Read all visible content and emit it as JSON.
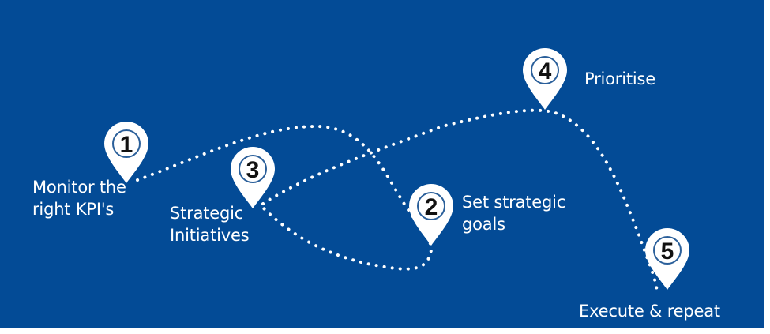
{
  "colors": {
    "background": "#034b96",
    "pin": "#ffffff",
    "pin_ring": "#2a5f9a",
    "number": "#111111",
    "route": "#ffffff",
    "text": "#ffffff"
  },
  "icon": "map-pin-icon",
  "steps": [
    {
      "number": "1",
      "label_lines": [
        "Monitor the",
        "right KPI's"
      ]
    },
    {
      "number": "2",
      "label_lines": [
        "Set strategic",
        "goals"
      ]
    },
    {
      "number": "3",
      "label_lines": [
        "Strategic",
        "Initiatives"
      ]
    },
    {
      "number": "4",
      "label_lines": [
        "Prioritise"
      ]
    },
    {
      "number": "5",
      "label_lines": [
        "Execute & repeat"
      ]
    }
  ]
}
